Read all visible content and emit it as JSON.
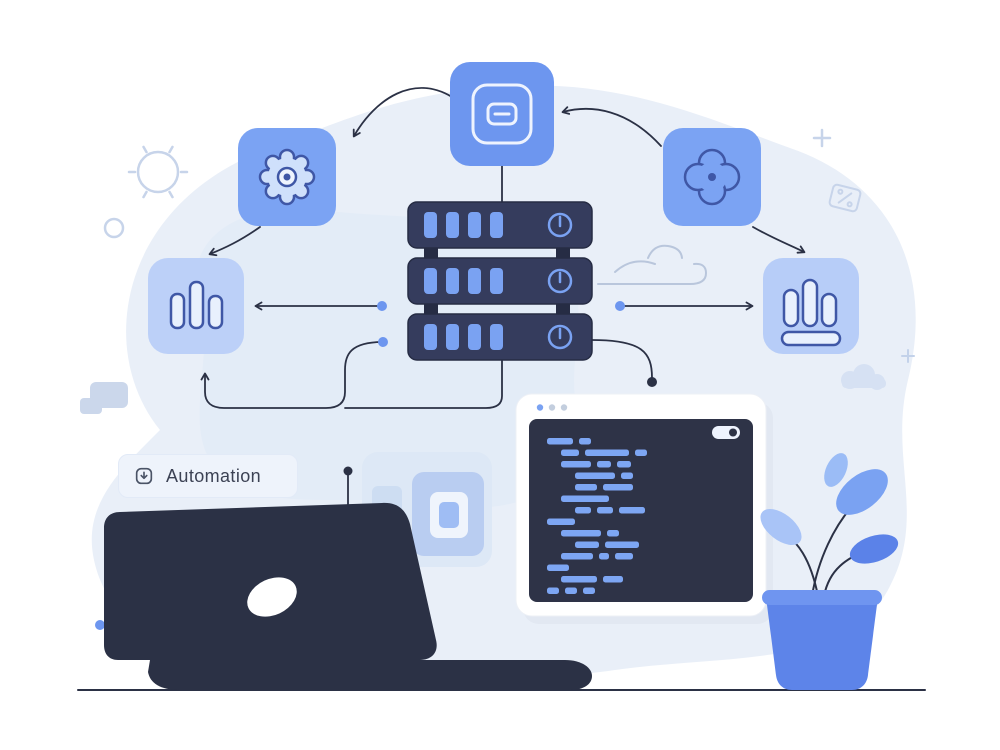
{
  "illustration": {
    "title": "automation-workflow-illustration",
    "label": {
      "icon": "automation-badge-icon",
      "text": "Automation"
    },
    "palette": {
      "background": "#ffffff",
      "blob": "#e9eff8",
      "blob_inner": "#dfe9f6",
      "node_primary": "#6d96ef",
      "node_secondary": "#7ba3f3",
      "node_light": "#bcd0f8",
      "icon_stroke": "#3f57a6",
      "outline_dark": "#2b3145",
      "server_body": "#353c5d",
      "server_accent": "#7aa2f2",
      "screen": "#2e3347",
      "code": "#7da6f3",
      "pot": "#5d84e9",
      "leaf_light": "#a9c4f7",
      "leaf_mid": "#7aa2f2",
      "leaf_dark": "#5b82e8",
      "decoration": "#c7d4ea"
    },
    "nodes": [
      {
        "name": "app-window",
        "icon": "window-card-icon"
      },
      {
        "name": "settings",
        "icon": "gear-icon"
      },
      {
        "name": "analytics-left",
        "icon": "bar-chart-icon"
      },
      {
        "name": "integration",
        "icon": "flower-icon"
      },
      {
        "name": "analytics-right",
        "icon": "podium-chart-icon"
      }
    ],
    "server_stack": {
      "units": 3,
      "slots_per_unit": 4
    },
    "terminal": {
      "window_dots": 3,
      "lines": [
        {
          "indent": 0,
          "segs": [
            26,
            12
          ]
        },
        {
          "indent": 1,
          "segs": [
            18,
            44,
            12
          ]
        },
        {
          "indent": 1,
          "segs": [
            30,
            14,
            14
          ]
        },
        {
          "indent": 2,
          "segs": [
            40,
            12
          ]
        },
        {
          "indent": 2,
          "segs": [
            22,
            30
          ]
        },
        {
          "indent": 1,
          "segs": [
            48
          ]
        },
        {
          "indent": 2,
          "segs": [
            16,
            16,
            26
          ]
        },
        {
          "indent": 0,
          "segs": [
            28
          ]
        },
        {
          "indent": 1,
          "segs": [
            40,
            12
          ]
        },
        {
          "indent": 2,
          "segs": [
            24,
            34
          ]
        },
        {
          "indent": 1,
          "segs": [
            32,
            10,
            18
          ]
        },
        {
          "indent": 0,
          "segs": [
            22
          ]
        },
        {
          "indent": 1,
          "segs": [
            36,
            20
          ]
        },
        {
          "indent": 0,
          "segs": [
            12,
            12,
            12
          ]
        }
      ]
    },
    "decorations": [
      "sun-icon",
      "ring-icon",
      "plus-icon",
      "discount-tag-icon",
      "cloud-icon",
      "wind-swirl-icon",
      "folder-shape",
      "dot"
    ]
  }
}
